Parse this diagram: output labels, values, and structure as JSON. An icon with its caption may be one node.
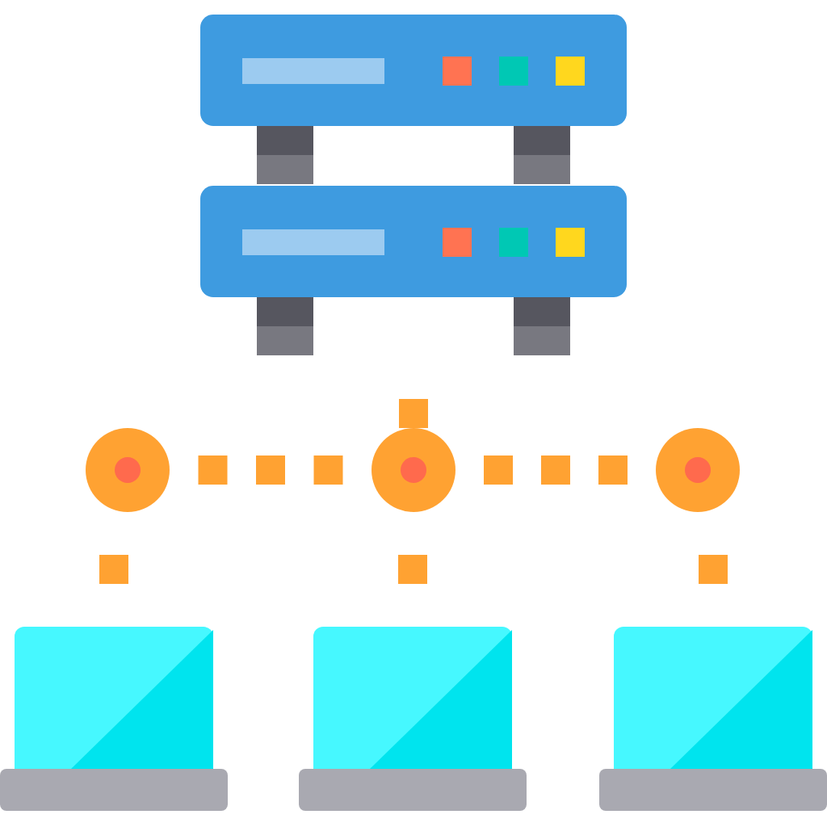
{
  "diagram": {
    "nodes": [
      {
        "text": [],
        "shape": "box"
      },
      {
        "text": [],
        "shape": "circle"
      },
      {
        "text": [],
        "shape": "circle"
      },
      {
        "text": [],
        "shape": "circle"
      },
      {
        "text": [],
        "shape": "box"
      },
      {
        "text": [],
        "shape": "box"
      },
      {
        "text": [],
        "shape": "box"
      }
    ],
    "edges": [
      {
        "from": 0,
        "to": 2,
        "arrow": "none",
        "style": "dashed"
      },
      {
        "from": 1,
        "to": 2,
        "arrow": "none",
        "style": "dashed"
      },
      {
        "from": 2,
        "to": 3,
        "arrow": "none",
        "style": "dashed"
      },
      {
        "from": 1,
        "to": 4,
        "arrow": "none",
        "style": "dashed"
      },
      {
        "from": 2,
        "to": 5,
        "arrow": "none",
        "style": "dashed"
      },
      {
        "from": 3,
        "to": 6,
        "arrow": "none",
        "style": "dashed"
      }
    ]
  }
}
